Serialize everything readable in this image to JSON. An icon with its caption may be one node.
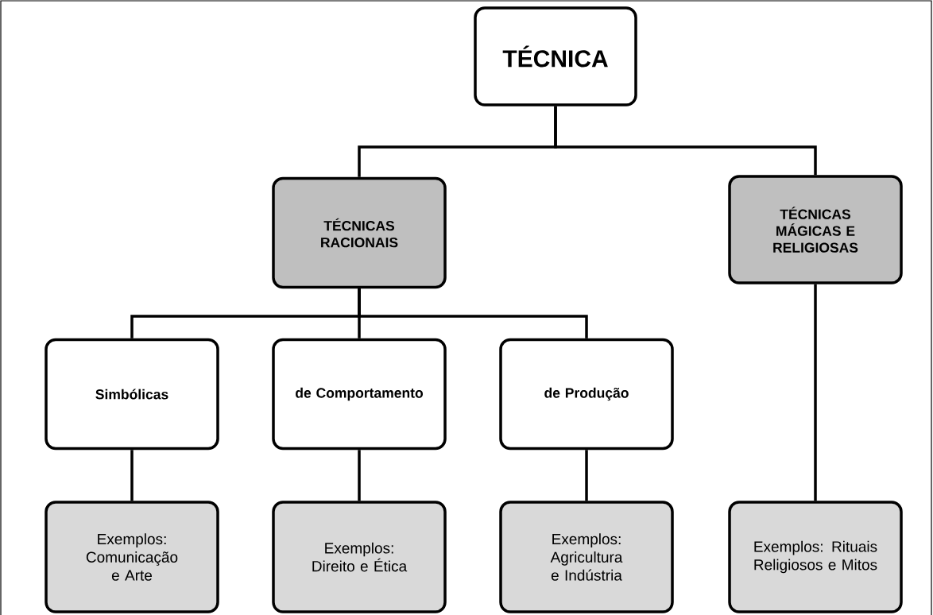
{
  "diagram": {
    "nodes": [
      {
        "text": [
          "TÉCNICA"
        ]
      },
      {
        "text": [
          "TÉCNICAS RACIONAIS"
        ]
      },
      {
        "text": [
          "TÉCNICAS MÁGICAS E RELIGIOSAS"
        ]
      },
      {
        "text": [
          "Simbólicas"
        ]
      },
      {
        "text": [
          "de Comportamento"
        ]
      },
      {
        "text": [
          "de Produção"
        ]
      },
      {
        "text": [
          "Exemplos: Comunicação e Arte"
        ]
      },
      {
        "text": [
          "Exemplos: Direito e Ética"
        ]
      },
      {
        "text": [
          "Exemplos: Agricultura e Indústria"
        ]
      },
      {
        "text": [
          "Exemplos:  Rituais Religiosos e Mitos"
        ]
      }
    ],
    "edges": [
      {
        "from": 0,
        "to": 1,
        "arrow": "none"
      },
      {
        "from": 0,
        "to": 2,
        "arrow": "none"
      },
      {
        "from": 1,
        "to": 3,
        "arrow": "none"
      },
      {
        "from": 1,
        "to": 4,
        "arrow": "none"
      },
      {
        "from": 1,
        "to": 5,
        "arrow": "none"
      },
      {
        "from": 3,
        "to": 6,
        "arrow": "none"
      },
      {
        "from": 4,
        "to": 7,
        "arrow": "none"
      },
      {
        "from": 5,
        "to": 8,
        "arrow": "none"
      },
      {
        "from": 2,
        "to": 9,
        "arrow": "none"
      }
    ]
  }
}
